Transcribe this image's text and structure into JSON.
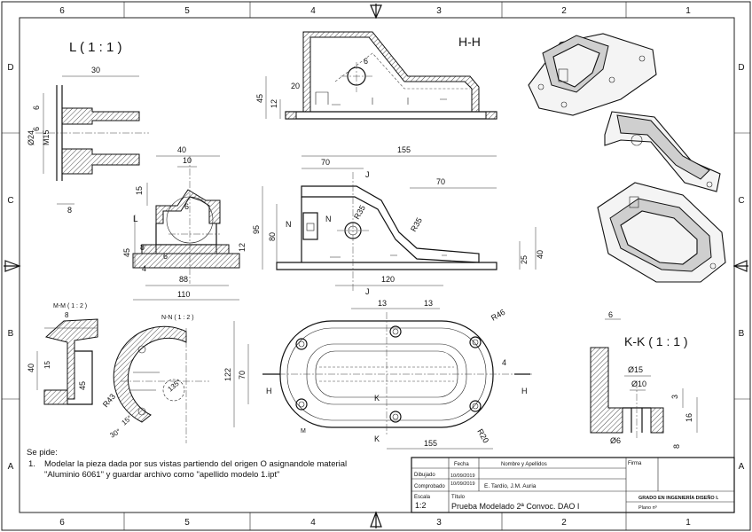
{
  "border": {
    "columns": [
      "6",
      "5",
      "4",
      "3",
      "2",
      "1"
    ],
    "rows": [
      "D",
      "C",
      "B",
      "A"
    ]
  },
  "views": {
    "detail_l": {
      "title": "L ( 1 : 1 )",
      "dims": [
        "30",
        "6",
        "6",
        "Ø24",
        "M15",
        "8"
      ]
    },
    "section_hh": {
      "title": "H-H",
      "dims": [
        "20",
        "6",
        "45",
        "12"
      ]
    },
    "left_view": {
      "dims": [
        "40",
        "10",
        "15",
        "6",
        "45",
        "8",
        "6",
        "4",
        "12",
        "88",
        "110"
      ],
      "callout": "L"
    },
    "front_view": {
      "dims": [
        "155",
        "70",
        "70",
        "95",
        "80",
        "R35",
        "R35",
        "25",
        "40",
        "120"
      ],
      "cut_labels": [
        "J",
        "J",
        "N",
        "N"
      ]
    },
    "section_mm": {
      "title": "M-M ( 1 : 2 )",
      "dims": [
        "8",
        "40",
        "15",
        "45"
      ]
    },
    "section_nn": {
      "title": "N-N ( 1 : 2 )",
      "dims": [
        "R43",
        "135°",
        "15°",
        "30°"
      ]
    },
    "top_view": {
      "dims": [
        "13",
        "13",
        "R46",
        "122",
        "70",
        "4",
        "155",
        "R20"
      ],
      "cut_labels": [
        "H",
        "H",
        "K",
        "K",
        "M"
      ]
    },
    "detail_kk": {
      "title": "K-K ( 1 : 1 )",
      "dims": [
        "6",
        "Ø15",
        "Ø10",
        "3",
        "16",
        "Ø6",
        "8"
      ]
    }
  },
  "notes": {
    "heading": "Se pide:",
    "item_number": "1.",
    "line1": "Modelar la pieza dada por sus vistas partiendo del origen O  asignandole material",
    "line2": "\"Aluminio 6061\" y guardar archivo como \"apellido modelo 1.ipt\""
  },
  "title_block": {
    "col_fecha": "Fecha",
    "col_nombre": "Nombre y Apellidos",
    "col_firma": "Firma",
    "row_dibujado": "Dibujado",
    "row_comprobado": "Comprobado",
    "fecha1": "10/09/2019",
    "fecha2": "10/09/2019",
    "nombres": "E. Tardío, J.M. Auria",
    "escala_label": "Escala",
    "escala_value": "1:2",
    "titulo_label": "Título",
    "titulo_value": "Prueba Modelado 2ª Convoc. DAO I",
    "grado": "GRADO EN INGENIERÍA DISEÑO I.",
    "plano": "Plano nº"
  }
}
